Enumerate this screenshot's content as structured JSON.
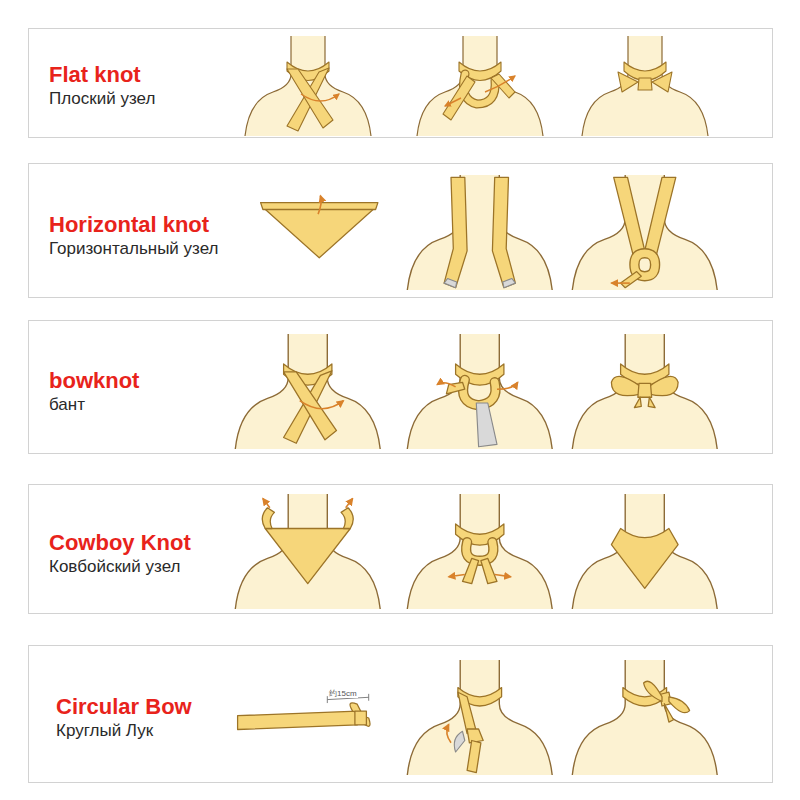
{
  "diagram": {
    "nodes": [
      {
        "text": [
          "Flat knot",
          "Плоский узел"
        ]
      },
      {
        "text": [
          "Horizontal knot",
          "Горизонтальный узел"
        ]
      },
      {
        "text": [
          "bowknot",
          "бант"
        ]
      },
      {
        "text": [
          "Cowboy Knot",
          "Ковбойский узел"
        ]
      },
      {
        "text": [
          "Circular Bow",
          "Круглый Лук"
        ]
      }
    ],
    "labels": [
      "约15cm"
    ]
  }
}
